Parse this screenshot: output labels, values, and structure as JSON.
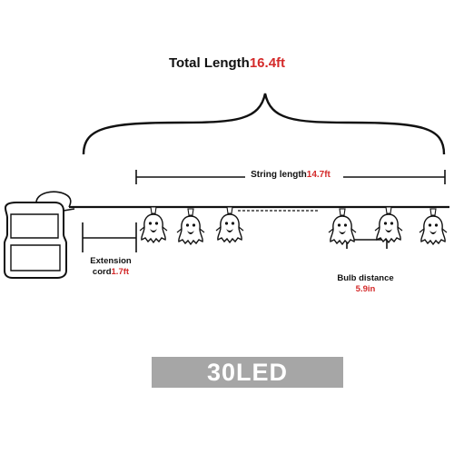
{
  "total": {
    "label": "Total Length",
    "value": "16.4ft"
  },
  "string_length": {
    "label": "String length",
    "value": "14.7ft"
  },
  "extension": {
    "label": "Extension",
    "label2": "cord",
    "value": "1.7ft"
  },
  "bulb_distance": {
    "label": "Bulb distance",
    "value": "5.9in"
  },
  "led_count": "30LED",
  "colors": {
    "accent": "#d42a2a",
    "badge_bg": "#a6a6a6",
    "line": "#111111"
  },
  "icons": [
    "battery-box-icon",
    "ghost-bulb-icon"
  ]
}
